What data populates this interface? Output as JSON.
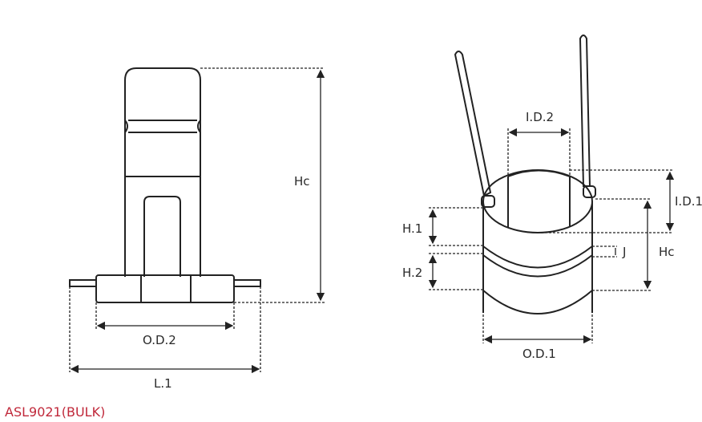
{
  "part_number": "ASL9021(BULK)",
  "left_view": {
    "labels": {
      "hc": "Hc",
      "od2": "O.D.2",
      "l1": "L.1"
    }
  },
  "right_view": {
    "labels": {
      "id2": "I.D.2",
      "id1": "I.D.1",
      "hc": "Hc",
      "h1": "H.1",
      "h2": "H.2",
      "j": "J",
      "od1": "O.D.1"
    }
  },
  "colors": {
    "part_number": "#c0283a",
    "lines": "#222222"
  }
}
